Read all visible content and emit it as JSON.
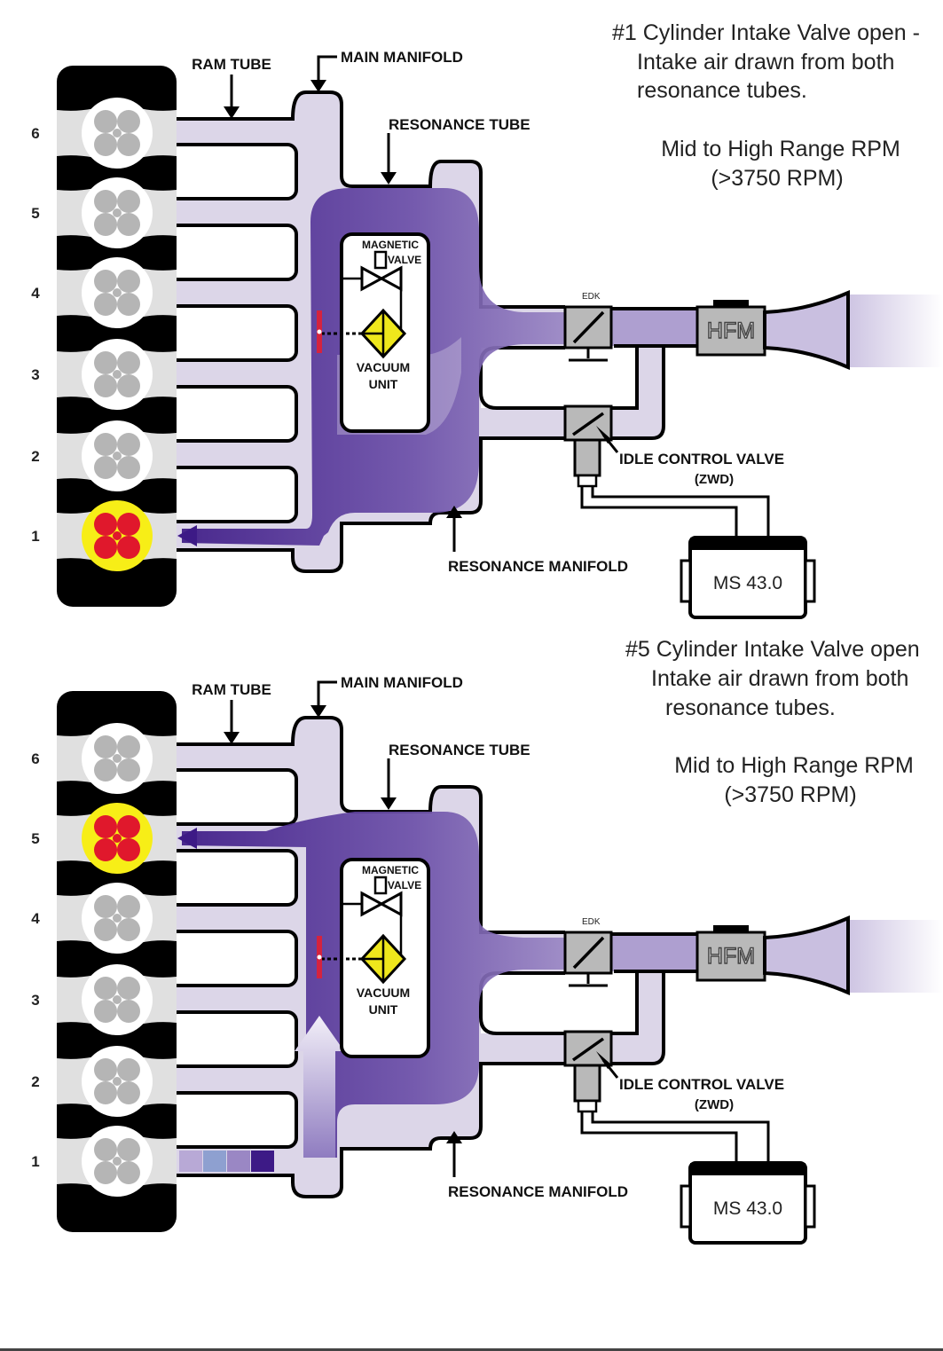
{
  "diagrams": [
    {
      "id": "cyl1",
      "caption": {
        "lines": [
          "#1 Cylinder Intake Valve open -",
          "Intake air drawn from both",
          "resonance tubes."
        ],
        "rpm_lines": [
          "Mid to High Range RPM",
          "(>3750 RPM)"
        ]
      },
      "active_cylinder": "1",
      "labels": {
        "ram_tube": "RAM TUBE",
        "main_manifold": "MAIN MANIFOLD",
        "resonance_tube": "RESONANCE TUBE",
        "magnetic": "MAGNETIC",
        "valve": "VALVE",
        "vacuum": "VACUUM",
        "unit": "UNIT",
        "edk": "EDK",
        "hfm": "HFM",
        "idle_control_valve": "IDLE CONTROL VALVE",
        "zwd": "(ZWD)",
        "resonance_manifold": "RESONANCE MANIFOLD",
        "ecu": "MS 43.0"
      }
    },
    {
      "id": "cyl5",
      "caption": {
        "lines": [
          "#5 Cylinder Intake Valve open",
          "Intake air drawn from both",
          "resonance tubes."
        ],
        "rpm_lines": [
          "Mid to High Range RPM",
          "(>3750 RPM)"
        ]
      },
      "active_cylinder": "5",
      "labels": {
        "ram_tube": "RAM TUBE",
        "main_manifold": "MAIN MANIFOLD",
        "resonance_tube": "RESONANCE TUBE",
        "magnetic": "MAGNETIC",
        "valve": "VALVE",
        "vacuum": "VACUUM",
        "unit": "UNIT",
        "edk": "EDK",
        "hfm": "HFM",
        "idle_control_valve": "IDLE CONTROL VALVE",
        "zwd": "(ZWD)",
        "resonance_manifold": "RESONANCE MANIFOLD",
        "ecu": "MS 43.0"
      }
    }
  ],
  "cylinders": [
    "6",
    "5",
    "4",
    "3",
    "2",
    "1"
  ],
  "colors": {
    "tube_fill": "#dcd6e8",
    "flow_dark": "#3d1a86",
    "flow_mid": "#6b4fa8",
    "flow_light": "#9a87c4",
    "engine_block": "#000000",
    "active_valve_bg": "#f7ee17",
    "active_valve": "#e0182c",
    "inactive_valve": "#b5b5b5",
    "vacuum_unit": "#efe71c",
    "component_grey": "#b9b9b9"
  }
}
